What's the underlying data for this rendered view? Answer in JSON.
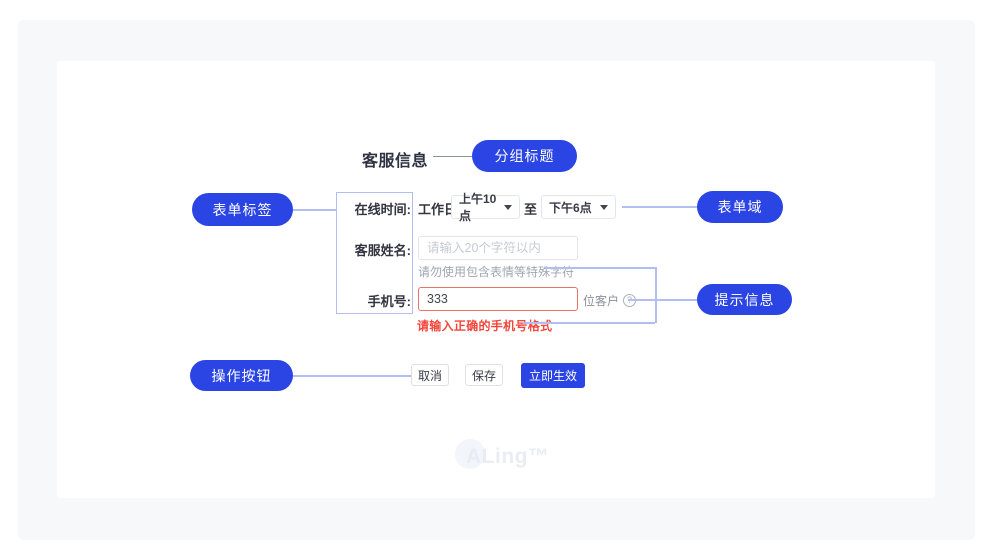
{
  "colors": {
    "accent": "#2b45e4",
    "annotation_line": "#b4bdf2",
    "error": "#f3463b"
  },
  "card": {
    "title": "客服信息",
    "watermark": "ALing™"
  },
  "annotations": {
    "group_title": "分组标题",
    "form_label": "表单标签",
    "form_field": "表单域",
    "hint_info": "提示信息",
    "action_buttons": "操作按钮"
  },
  "form": {
    "online_time": {
      "label": "在线时间:",
      "prefix": "工作日",
      "start_value": "上午10点",
      "separator": "至",
      "end_value": "下午6点"
    },
    "service_name": {
      "label": "客服姓名:",
      "placeholder": "请输入20个字符以内",
      "helper": "请勿使用包含表情等特殊字符"
    },
    "phone": {
      "label": "手机号:",
      "value": "333",
      "suffix": "位客户",
      "help_icon": "?",
      "error": "请输入正确的手机号格式"
    },
    "actions": {
      "cancel": "取消",
      "save": "保存",
      "apply": "立即生效"
    }
  }
}
